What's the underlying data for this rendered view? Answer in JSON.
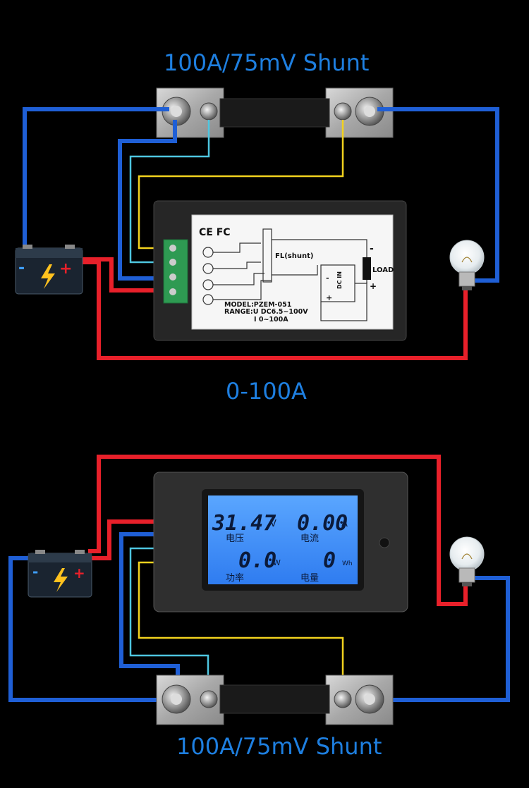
{
  "top_title": "100A/75mV Shunt",
  "middle_title": "0-100A",
  "bottom_title": "100A/75mV Shunt",
  "meter_label": {
    "certs": "CE FC",
    "shunt_label": "FL(shunt)",
    "load_label": "LOAD",
    "dc_in_label": "DC IN",
    "model": "MODEL:PZEM-051",
    "range_u": "RANGE:U DC6.5~100V",
    "range_i": "I 0~100A",
    "minus": "-",
    "plus": "+"
  },
  "lcd": {
    "voltage_value": "31.47",
    "voltage_unit": "V",
    "voltage_label": "电压",
    "current_value": "0.00",
    "current_unit": "A",
    "current_label": "电流",
    "power_value": "0.0",
    "power_unit": "W",
    "power_label": "功率",
    "energy_value": "0",
    "energy_unit": "Wh",
    "energy_label": "电量"
  },
  "battery": {
    "minus": "-",
    "plus": "+"
  },
  "colors": {
    "blue_wire": "#1f5fd6",
    "red_wire": "#e8202a",
    "yellow_wire": "#f2d21e",
    "cyan_wire": "#4ec6e0",
    "title": "#1e7fe0",
    "lcd_background": "#3a8cff"
  }
}
